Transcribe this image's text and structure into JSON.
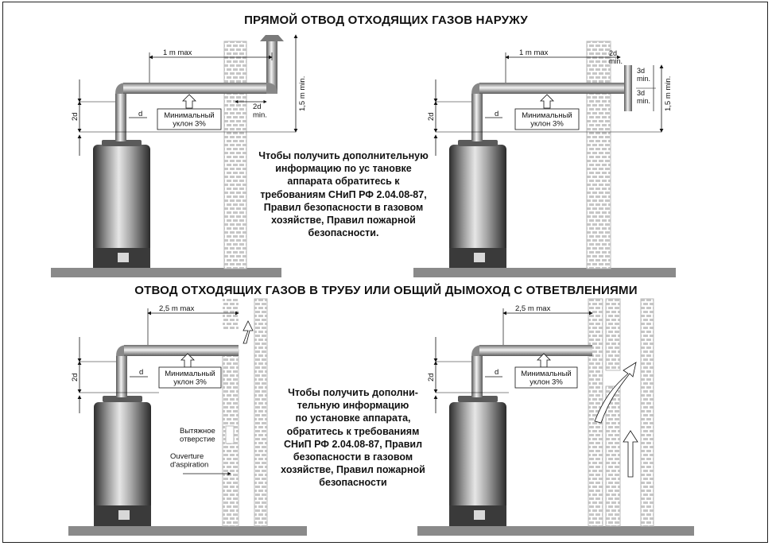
{
  "section1": {
    "title": "ПРЯМОЙ ОТВОД ОТХОДЯЩИХ ГАЗОВ НАРУЖУ",
    "note": "Чтобы получить дополнительную\nинформацию по ус тановке\nаппарата обратитесь к\nтребованиям СНиП РФ 2.04.08-87,\nПравил безопасности в газовом\nхозяйстве, Правил пожарной\nбезопасности."
  },
  "section2": {
    "title": "ОТВОД ОТХОДЯЩИХ ГАЗОВ В ТРУБУ ИЛИ ОБЩИЙ ДЫМОХОД С ОТВЕТВЛЕНИЯМИ",
    "note": "Чтобы получить дополни-\nтельную информацию\nпо установке аппарата,\nобратитесь к требованиям\nСНиП РФ 2.04.08-87, Правил\nбезопасности в газовом\nхозяйстве, Правил пожарной\nбезопасности"
  },
  "labels": {
    "max_1m": "1 m    max",
    "max_25m": "2,5 m    max",
    "d": "d",
    "twod": "2d",
    "twod_min": "2d\nmin.",
    "threed_min": "3d\nmin.",
    "height_15m": "1,5 m min.",
    "slope": "Минимальный\nуклон 3%",
    "intake_ru": "Вытяжное\nотверстие",
    "intake_fr": "Ouverture\nd'aspiration"
  },
  "colors": {
    "ink": "#111111",
    "floor": "#8a8a8a",
    "boiler_light": "#d9d9d9",
    "boiler_dark": "#3a3a3a",
    "brick": "#c8c8c8"
  }
}
